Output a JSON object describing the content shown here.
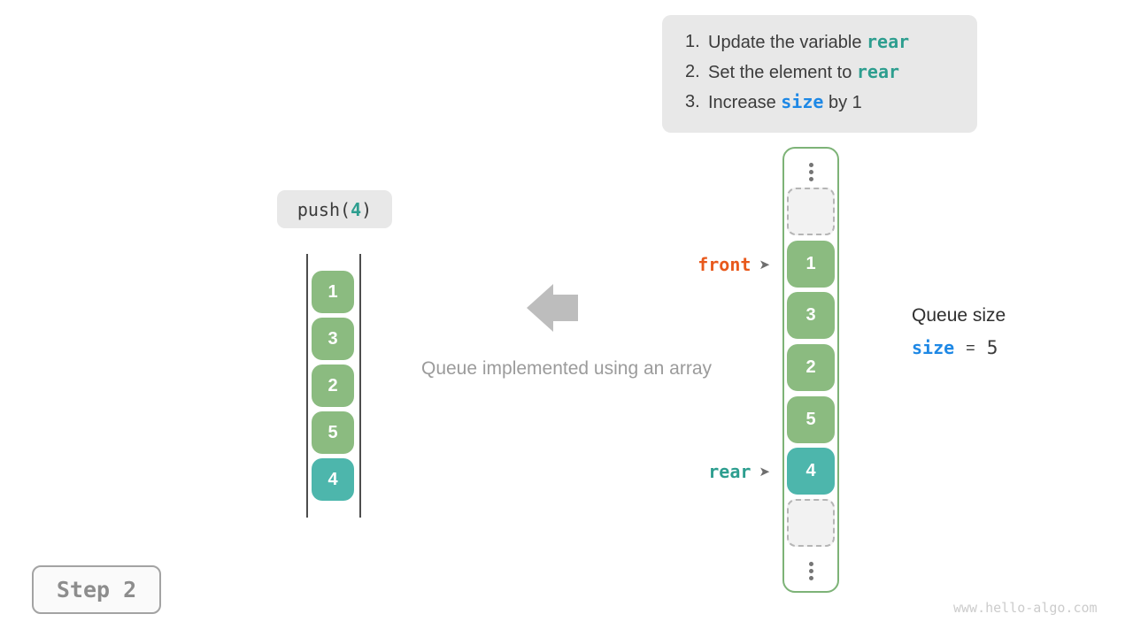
{
  "colors": {
    "background": "#ffffff",
    "panel_gray": "#e8e8e8",
    "cell_green": "#8bbb80",
    "container_border_green": "#7db377",
    "cell_teal": "#4db6ac",
    "code_teal": "#2d9e8f",
    "code_blue": "#1e88e5",
    "code_orange": "#e8591c",
    "big_arrow_gray": "#bdbdbd",
    "caption_gray": "#9b9b9b"
  },
  "instructions": {
    "items": [
      {
        "num": "1.",
        "pre": "Update the variable ",
        "code": "rear",
        "post": ""
      },
      {
        "num": "2.",
        "pre": "Set the element to ",
        "code": "rear",
        "post": ""
      },
      {
        "num": "3.",
        "pre": "Increase ",
        "code": "size",
        "post": " by 1"
      }
    ]
  },
  "push_call": {
    "fn": "push(",
    "arg": "4",
    "close": ")"
  },
  "left_queue": {
    "cells": [
      "1",
      "3",
      "2",
      "5",
      "4"
    ]
  },
  "right_array": {
    "cells": [
      "1",
      "3",
      "2",
      "5",
      "4"
    ]
  },
  "pointers": {
    "front": "front",
    "rear": "rear",
    "arrow_glyph": "➤"
  },
  "caption": "Queue implemented using an array",
  "queue_size": {
    "title": "Queue size",
    "var": "size",
    "eq": "=",
    "value": "5"
  },
  "step": {
    "label": "Step 2"
  },
  "watermark": "www.hello-algo.com"
}
